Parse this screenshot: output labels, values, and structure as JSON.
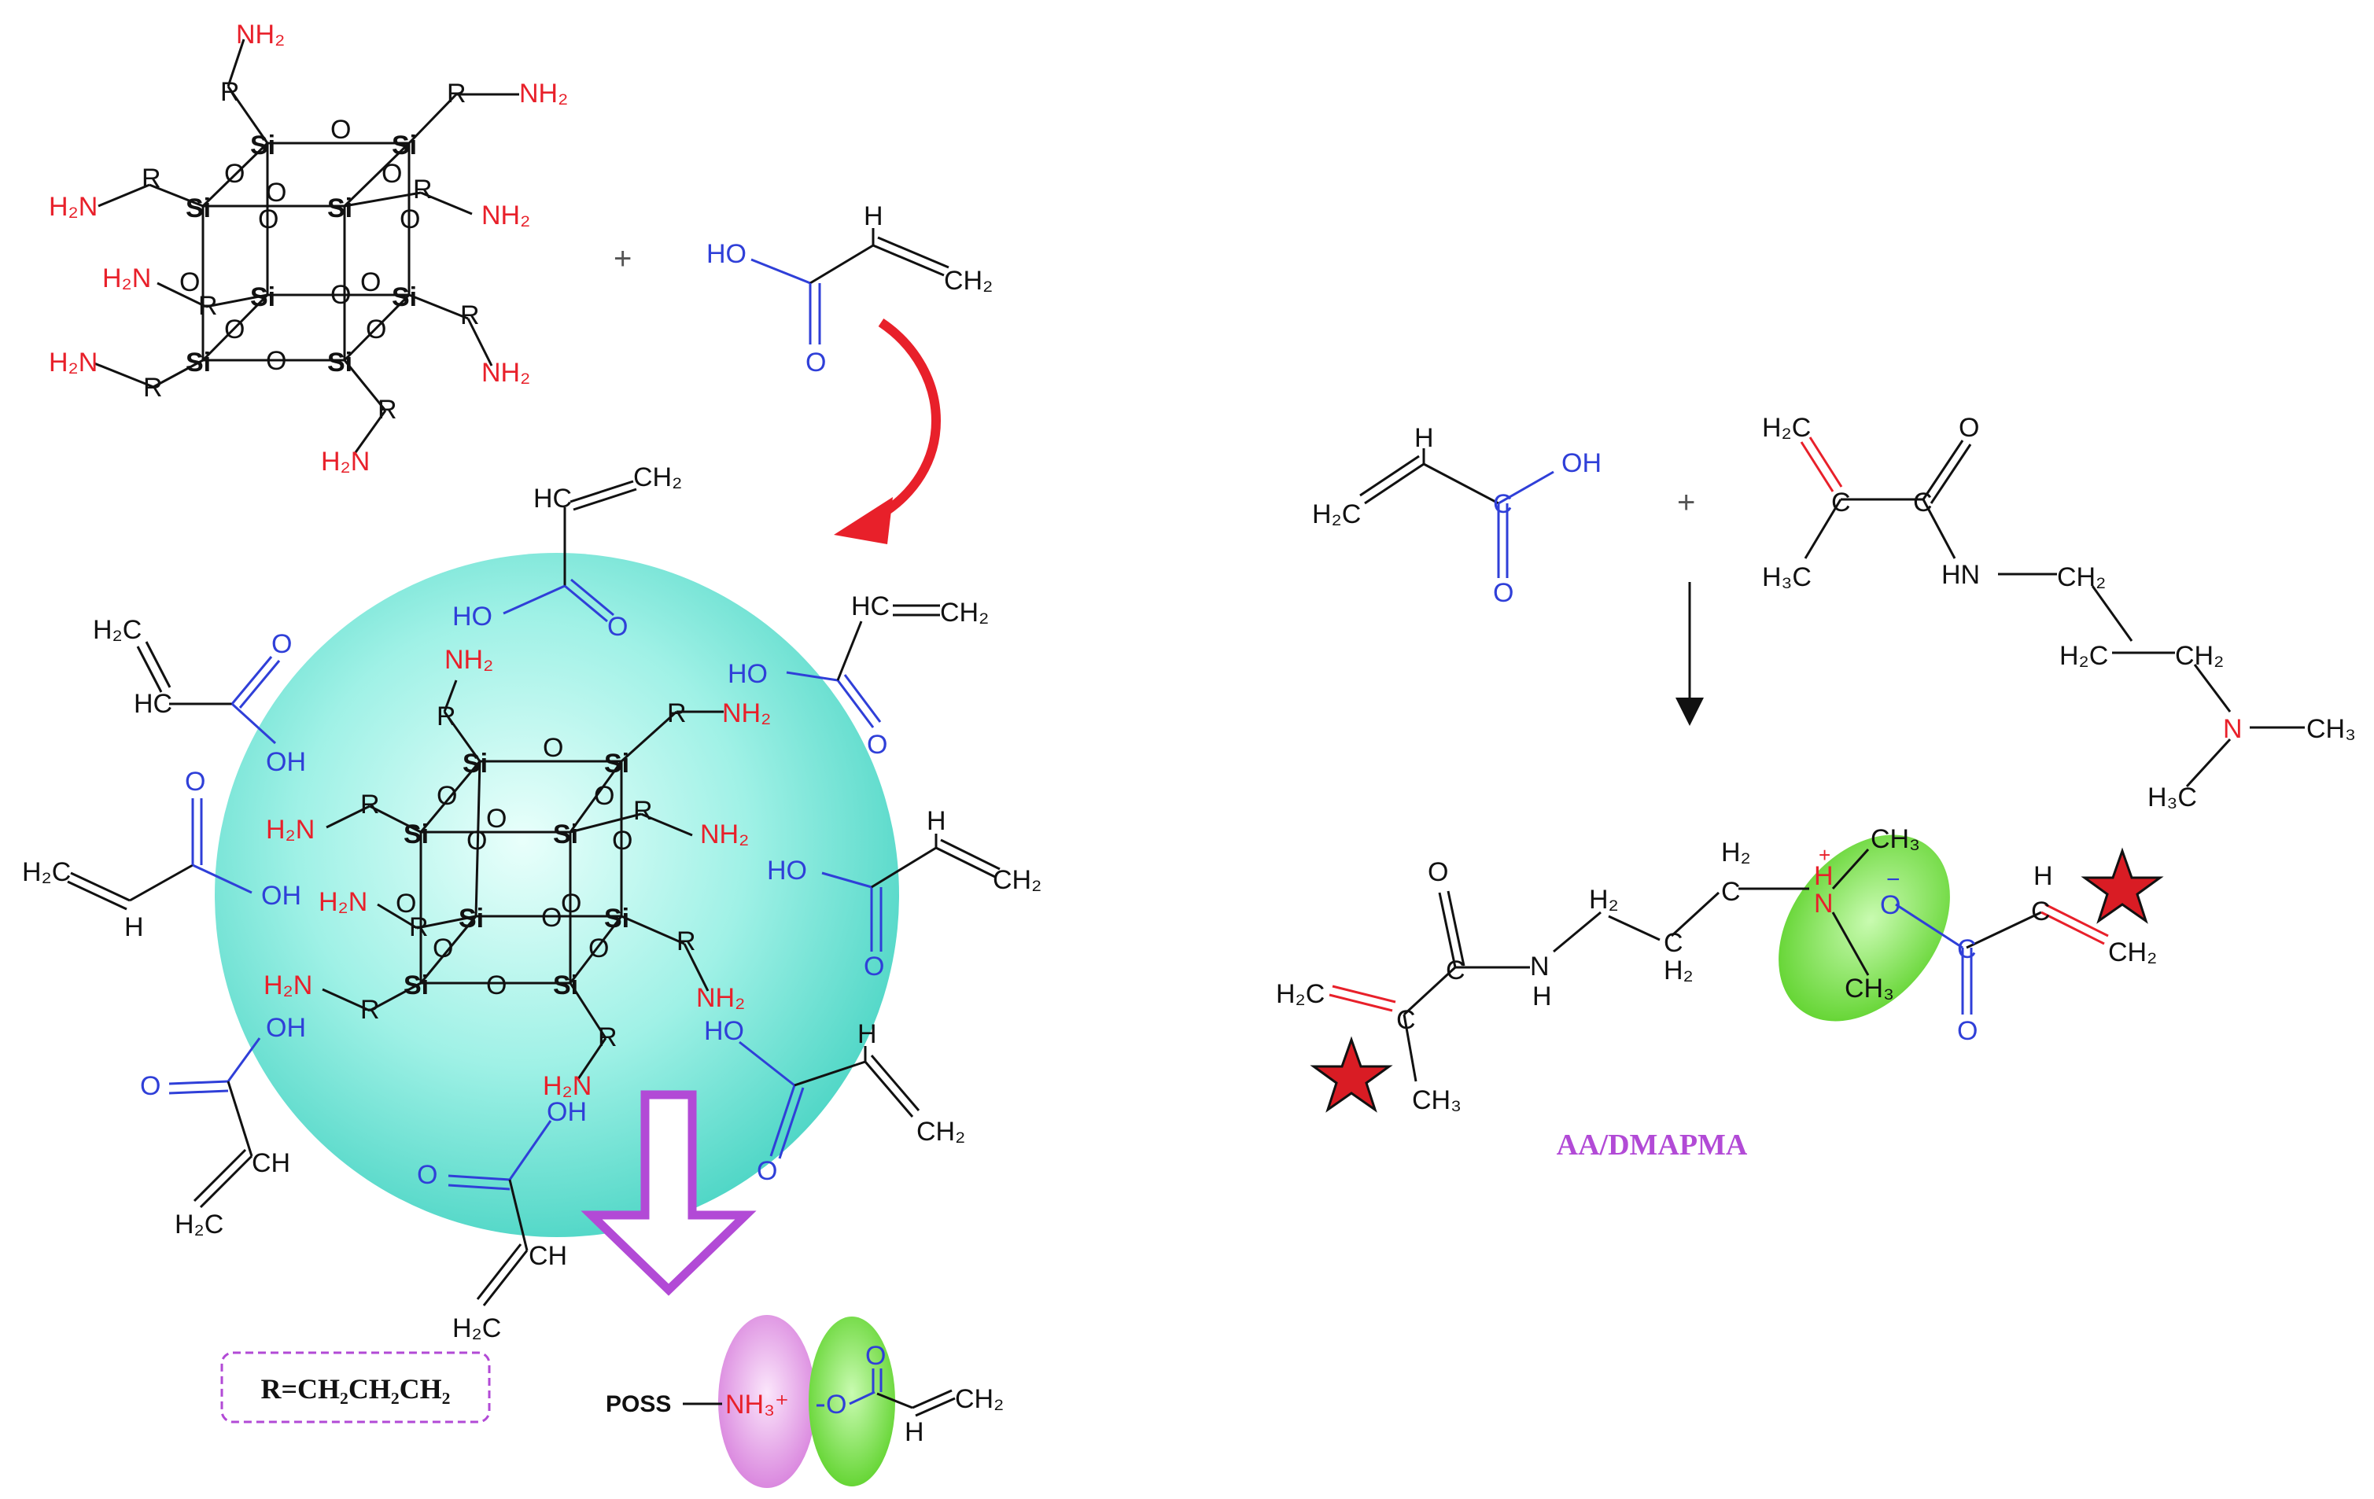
{
  "figure": {
    "r_definition": "R=CH₂CH₂CH₂",
    "copolymer_label": "AA/DMAPMA",
    "poss_label": "POSS",
    "plus": "+"
  },
  "atoms": {
    "si": "Si",
    "o": "O",
    "r": "R",
    "nh2": "NH₂",
    "h2n": "H₂N",
    "ho": "HO",
    "oh": "OH",
    "h": "H",
    "c": "C",
    "n": "N",
    "hc": "HC",
    "ch": "CH",
    "ch2": "CH₂",
    "h2c": "H₂C",
    "ch3": "CH₃",
    "h3c": "H₃C",
    "hn": "HN",
    "h2": "H₂",
    "nh3_plus": "NH₃⁺",
    "plus_charge": "+",
    "minus_charge": "−"
  },
  "colors": {
    "amine": "#e8202a",
    "carboxyl": "#2f3fd8",
    "bond": "#111111",
    "arrow_curved": "#e8202a",
    "arrow_block": "#b24ad6",
    "sphere": "#7fe8dc",
    "ion_pair_pink": "#e9a4ec",
    "ion_pair_green": "#7ae34a",
    "star": "#d91c24",
    "label_purple": "#b24ad6"
  }
}
